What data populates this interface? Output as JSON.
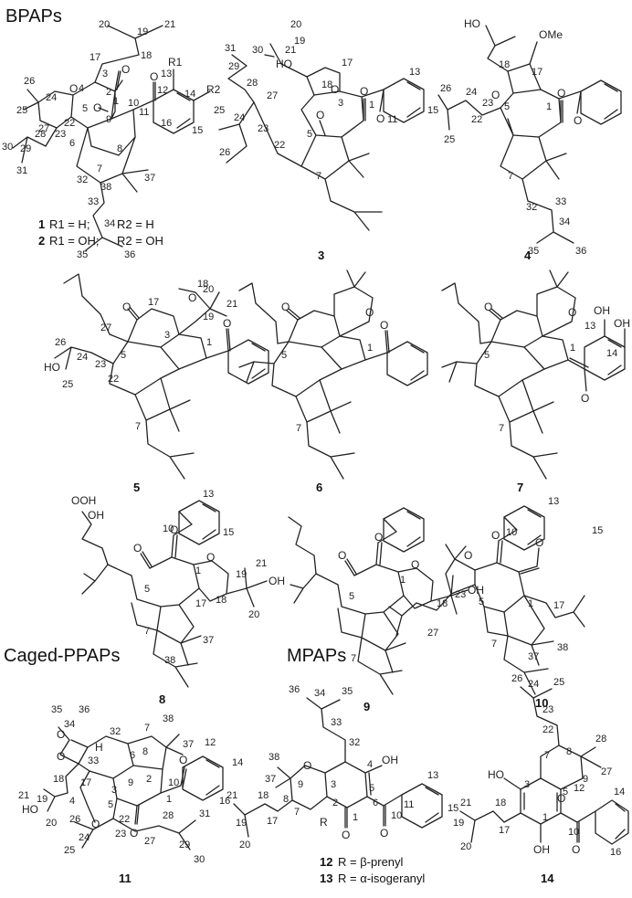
{
  "sections": {
    "bpaps": "BPAPs",
    "caged": "Caged-PPAPs",
    "mpaps": "MPAPs"
  },
  "compounds": {
    "c1": "1",
    "c2": "2",
    "c3": "3",
    "c4": "4",
    "c5": "5",
    "c6": "6",
    "c7": "7",
    "c8": "8",
    "c9": "9",
    "c10": "10",
    "c11": "11",
    "c12": "12",
    "c13": "13",
    "c14": "14"
  },
  "substituents": {
    "r1_1": "R1 = H;",
    "r2_1": "R2 = H",
    "r1_2": "R1 = OH;",
    "r2_2": "R2 = OH",
    "r_12": "R = β-prenyl",
    "r_13": "R = α-isogeranyl"
  },
  "atoms": {
    "R1": "R1",
    "R2": "R2",
    "O": "O",
    "HO": "HO",
    "OH": "OH",
    "OMe": "OMe",
    "OOH": "OOH",
    "H": "H",
    "R": "R"
  },
  "numbering": {
    "s1": [
      "20",
      "21",
      "19",
      "18",
      "17",
      "3",
      "2",
      "9",
      "26",
      "25",
      "24",
      "4",
      "5",
      "27",
      "23",
      "22",
      "13",
      "12",
      "11",
      "10",
      "1",
      "16",
      "14",
      "15",
      "30",
      "29",
      "28",
      "31",
      "6",
      "7",
      "8",
      "32",
      "33",
      "38",
      "37",
      "34",
      "35",
      "36"
    ],
    "s3": [
      "20",
      "HO",
      "19",
      "21",
      "18",
      "17",
      "31",
      "30",
      "29",
      "28",
      "27",
      "3",
      "1",
      "13",
      "11",
      "15",
      "25",
      "24",
      "23",
      "22",
      "5",
      "26",
      "7"
    ],
    "s4": [
      "HO",
      "18",
      "17",
      "26",
      "24",
      "23",
      "5",
      "1",
      "25",
      "22",
      "7",
      "32",
      "33",
      "34",
      "35",
      "36"
    ],
    "s5": [
      "20",
      "21",
      "19",
      "18",
      "17",
      "27",
      "3",
      "1",
      "26",
      "24",
      "23",
      "5",
      "22",
      "25",
      "7"
    ],
    "s6": [
      "5",
      "1",
      "7"
    ],
    "s7": [
      "13",
      "14",
      "5",
      "1",
      "7"
    ],
    "s8": [
      "13",
      "15",
      "10",
      "21",
      "19",
      "18",
      "1",
      "17",
      "5",
      "7",
      "38",
      "37",
      "20"
    ],
    "s9": [
      "5",
      "1",
      "18",
      "3",
      "7"
    ],
    "s10": [
      "13",
      "15",
      "10",
      "23",
      "5",
      "1",
      "27",
      "17",
      "7",
      "37",
      "38"
    ],
    "s11": [
      "35",
      "36",
      "34",
      "33",
      "32",
      "7",
      "38",
      "37",
      "12",
      "14",
      "18",
      "17",
      "3",
      "9",
      "2",
      "10",
      "1",
      "6",
      "8",
      "16",
      "21",
      "19",
      "4",
      "5",
      "22",
      "20",
      "26",
      "24",
      "23",
      "27",
      "28",
      "29",
      "31",
      "25",
      "30"
    ],
    "s12": [
      "36",
      "34",
      "35",
      "33",
      "32",
      "38",
      "37",
      "4",
      "5",
      "9",
      "3",
      "13",
      "21",
      "18",
      "8",
      "7",
      "2",
      "1",
      "6",
      "10",
      "11",
      "15",
      "19",
      "17",
      "20"
    ],
    "s14": [
      "26",
      "24",
      "25",
      "23",
      "22",
      "28",
      "7",
      "8",
      "9",
      "27",
      "3",
      "5",
      "12",
      "21",
      "18",
      "1",
      "10",
      "14",
      "19",
      "17",
      "16",
      "20"
    ]
  }
}
